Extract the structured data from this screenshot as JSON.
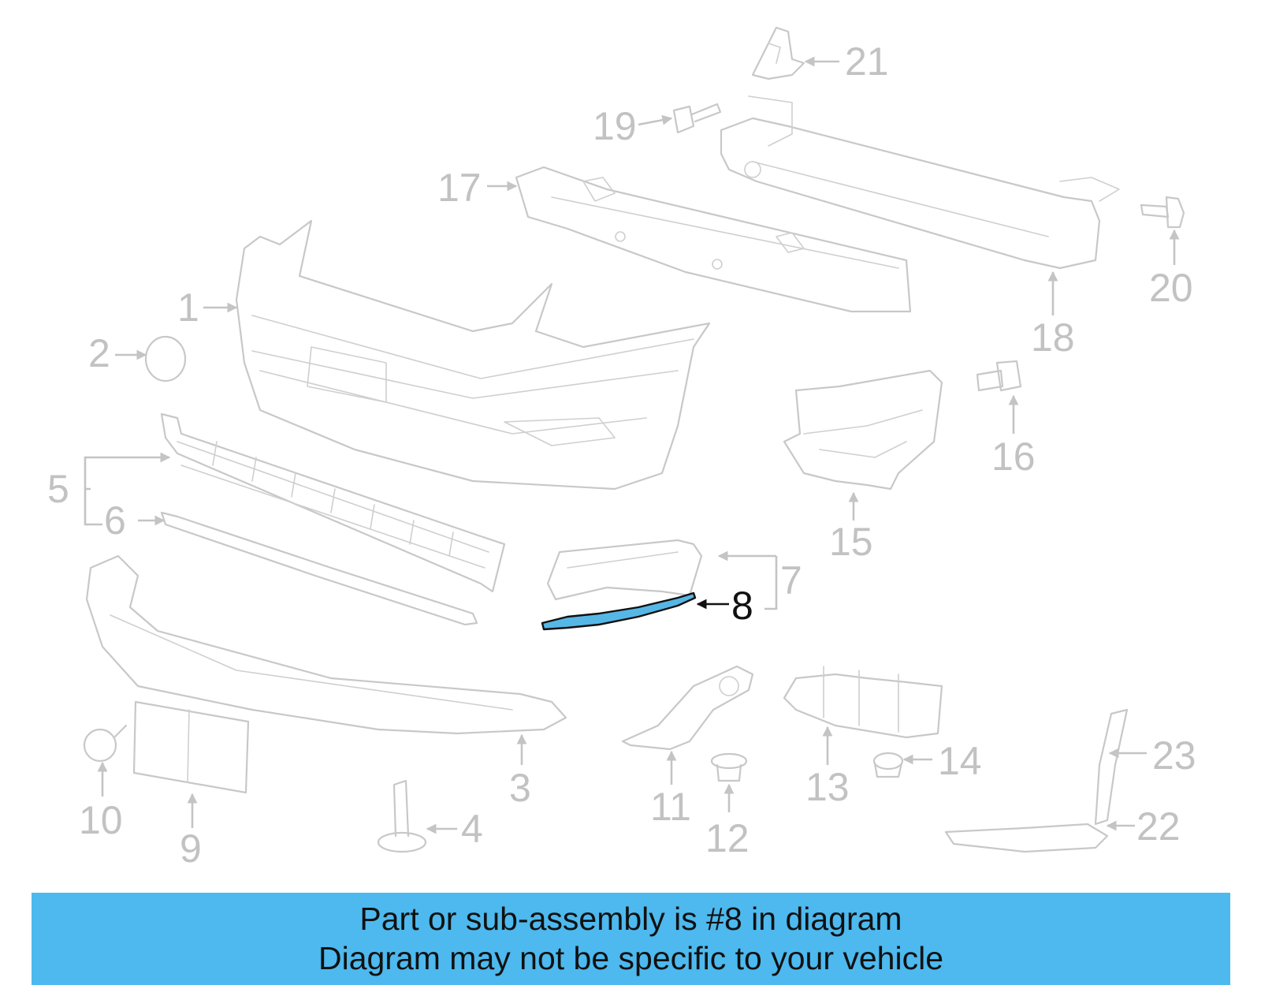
{
  "diagram": {
    "callouts": [
      "1",
      "2",
      "3",
      "4",
      "5",
      "6",
      "7",
      "8",
      "9",
      "10",
      "11",
      "12",
      "13",
      "14",
      "15",
      "16",
      "17",
      "18",
      "19",
      "20",
      "21",
      "22",
      "23"
    ],
    "highlighted_callout": "8",
    "highlight_color": "#56b7e6",
    "line_color": "#c8c8c8"
  },
  "banner": {
    "line1": "Part or sub-assembly is #8 in diagram",
    "line2": "Diagram may not be specific to your vehicle",
    "background": "#4db9ee"
  }
}
